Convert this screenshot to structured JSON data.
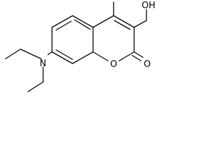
{
  "molecule": {
    "atom_labels": {
      "nitrogen": "N",
      "ring_oxygen": "O",
      "carbonyl_oxygen": "O",
      "hydroxyl": "OH"
    }
  },
  "colors": {
    "background": "#ffffff",
    "ink": "#000000"
  }
}
